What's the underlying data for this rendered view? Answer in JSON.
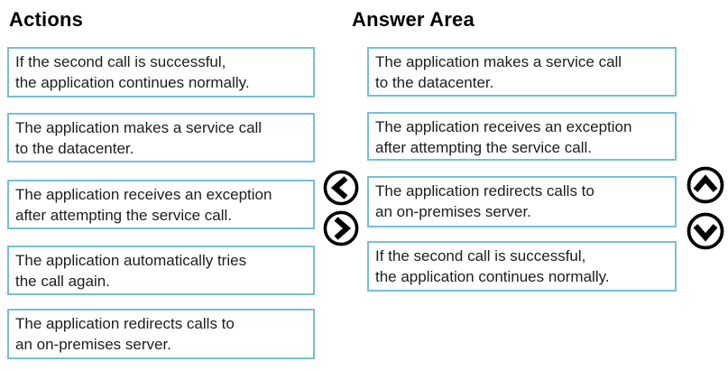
{
  "colors": {
    "box_border": "#74c0da",
    "text": "#1d1d1d",
    "heading": "#000000",
    "icon_stroke": "#000000",
    "background": "#ffffff"
  },
  "actions_panel": {
    "title": "Actions",
    "items": [
      "If the second call is successful,\nthe application continues normally.",
      "The application makes a service call\nto the datacenter.",
      "The application receives an exception\nafter attempting the service call.",
      "The application automatically tries\nthe call again.",
      "The application redirects calls to\nan on-premises server."
    ]
  },
  "answer_panel": {
    "title": "Answer Area",
    "items": [
      "The application makes a service call\nto the datacenter.",
      "The application receives an exception\nafter attempting the service call.",
      "The application redirects calls to\nan on-premises server.",
      "If the second call is successful,\nthe application continues normally."
    ]
  },
  "controls": {
    "move_to_actions_icon": "chevron-left",
    "move_to_answer_icon": "chevron-right",
    "move_up_icon": "chevron-up",
    "move_down_icon": "chevron-down"
  }
}
